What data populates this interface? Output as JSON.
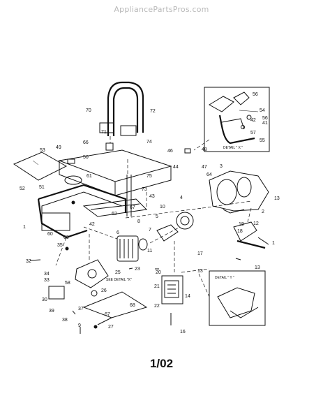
{
  "header": {
    "watermark": "AppliancePartsPros.com"
  },
  "footer": {
    "page_number": "1/02"
  },
  "detail_captions": {
    "x": "DETAIL \" X \"",
    "y": "DETAIL \" Y \"",
    "see_detail": "SEE DETAIL \"X\""
  },
  "callouts": [
    "1",
    "1",
    "2",
    "3",
    "4",
    "5",
    "6",
    "7",
    "8",
    "9",
    "10",
    "11",
    "12",
    "13",
    "13",
    "13",
    "14",
    "16",
    "17",
    "18",
    "19",
    "20",
    "21",
    "22",
    "23",
    "25",
    "26",
    "27",
    "30",
    "32",
    "33",
    "34",
    "35",
    "37",
    "38",
    "39",
    "41",
    "42",
    "42",
    "43",
    "44",
    "46",
    "47",
    "48",
    "49",
    "50",
    "51",
    "52",
    "53",
    "54",
    "55",
    "56",
    "56",
    "57",
    "58",
    "60",
    "61",
    "62",
    "64",
    "66",
    "67",
    "67",
    "68",
    "69",
    "70",
    "71",
    "72",
    "73",
    "74",
    "75"
  ]
}
